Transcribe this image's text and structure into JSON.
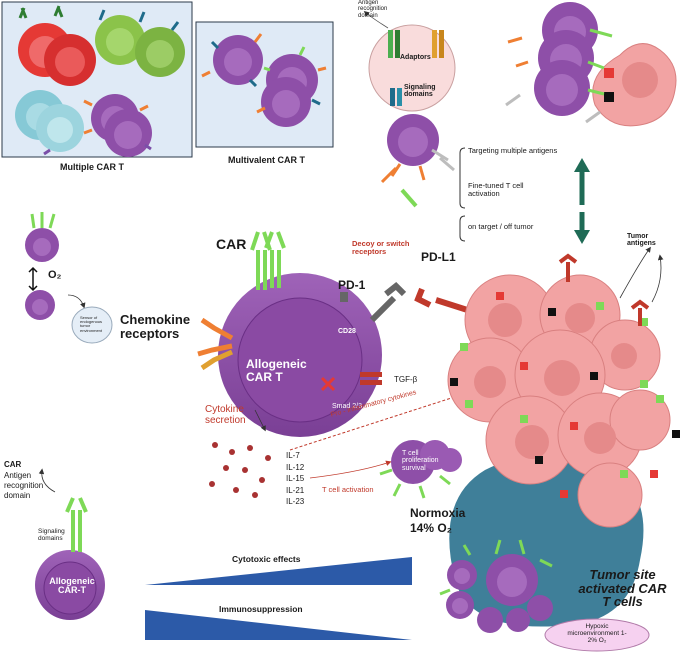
{
  "panels": {
    "multiple": {
      "label": "Multiple CAR T"
    },
    "multivalent": {
      "label": "Multivalent CAR T"
    }
  },
  "adaptor_cell": {
    "antigen_domain": "Antigen recognition domain",
    "adaptors": "Adaptors",
    "signaling": "Signaling domains"
  },
  "strategies": {
    "multiple_antigens": "Targeting multiple antigens",
    "fine_tuned": "Fine-tuned T cell activation",
    "on_off_target": "on target / off tumor"
  },
  "oxygen_sensor": {
    "o2": "O₂",
    "sensor_text": "Sensor of endogenous tumor environment"
  },
  "main_cell": {
    "car": "CAR",
    "chemokine": "Chemokine receptors",
    "name": "Allogeneic CAR T",
    "cd28": "CD28",
    "smad": "Smad 2/3",
    "tgfb": "TGF-β",
    "cytokine_secretion": "Cytokine secretion",
    "pro_inflammatory": "Pro - inflammatory cytokines",
    "t_activation": "T cell activation",
    "proliferation": "T cell proliferation survival",
    "decoy": "Decoy or switch receptors",
    "pd1": "PD-1",
    "pdl1": "PD-L1",
    "tumor_antigens": "Tumor antigens"
  },
  "interleukins": [
    "IL-7",
    "IL-12",
    "IL-15",
    "IL-21",
    "IL-23"
  ],
  "bottom": {
    "car_label": "CAR",
    "antigen_label": "Antigen recognition domain",
    "signaling_label": "Signaling domains",
    "cell_name": "Allogeneic CAR-T",
    "cytotoxic": "Cytotoxic effects",
    "immuno": "Immunosuppression",
    "normoxia": "Normoxia",
    "normoxia_o2": "14% O₂",
    "tumor_site": "Tumor site activated CAR T cells",
    "hypoxic": "Hypoxic microenvironment 1-2% O₂"
  },
  "colors": {
    "panel_bg": "#dfeaf6",
    "car_t_purple": "#8e4fa8",
    "tumor_pink": "#f2a3a3",
    "stroma_teal": "#3f7f99",
    "car_green": "#7ed957",
    "arrow_green": "#1f6b56",
    "gradient_blue": "#2c5aa8",
    "accent_red": "#c0392b"
  }
}
